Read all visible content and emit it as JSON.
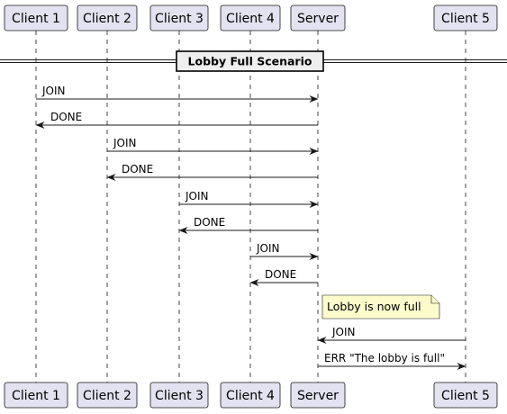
{
  "participants": [
    "Client 1",
    "Client 2",
    "Client 3",
    "Client 4",
    "Server",
    "Client 5"
  ],
  "divider": {
    "label": "Lobby Full Scenario"
  },
  "messages": [
    {
      "from": "Client 1",
      "to": "Server",
      "label": "JOIN"
    },
    {
      "from": "Server",
      "to": "Client 1",
      "label": "DONE"
    },
    {
      "from": "Client 2",
      "to": "Server",
      "label": "JOIN"
    },
    {
      "from": "Server",
      "to": "Client 2",
      "label": "DONE"
    },
    {
      "from": "Client 3",
      "to": "Server",
      "label": "JOIN"
    },
    {
      "from": "Server",
      "to": "Client 3",
      "label": "DONE"
    },
    {
      "from": "Client 4",
      "to": "Server",
      "label": "JOIN"
    },
    {
      "from": "Server",
      "to": "Client 4",
      "label": "DONE"
    },
    {
      "from": "Client 5",
      "to": "Server",
      "label": "JOIN"
    },
    {
      "from": "Server",
      "to": "Client 5",
      "label": "ERR \"The lobby is full\""
    }
  ],
  "note": {
    "over": "Server",
    "text": "Lobby is now full"
  },
  "colors": {
    "participant_fill": "#e2e2f0",
    "note_fill": "#fbfbcc",
    "divider_fill": "#eeeeee",
    "line": "#181818"
  }
}
